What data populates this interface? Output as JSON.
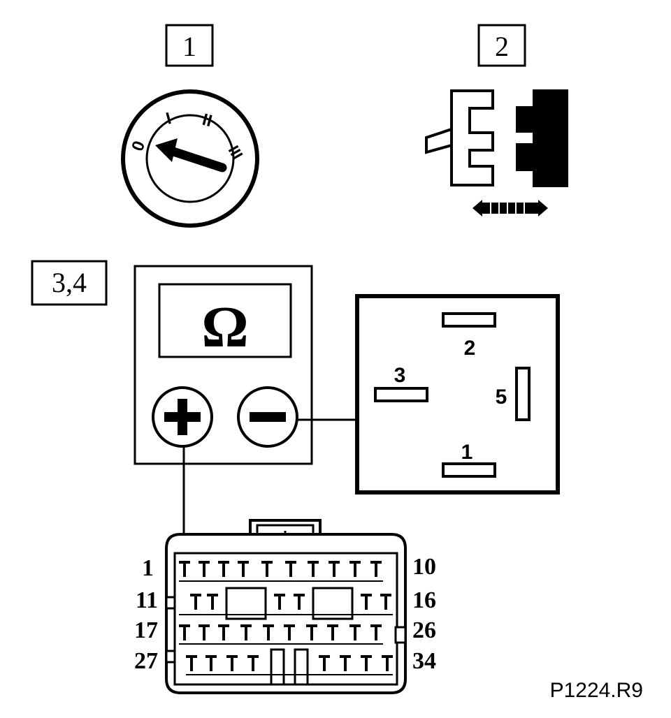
{
  "steps": {
    "step1": "1",
    "step2": "2",
    "step34": "3,4"
  },
  "ignition_switch": {
    "positions": [
      "0",
      "I",
      "II",
      "III"
    ]
  },
  "ohmmeter": {
    "display": "Ω",
    "plus": "+",
    "minus": "−"
  },
  "relay": {
    "terminals": [
      "2",
      "3",
      "5",
      "1"
    ]
  },
  "connector": {
    "row_labels_left": [
      "1",
      "11",
      "17",
      "27"
    ],
    "row_labels_right": [
      "10",
      "16",
      "26",
      "34"
    ]
  },
  "reference": "P1224.R9"
}
